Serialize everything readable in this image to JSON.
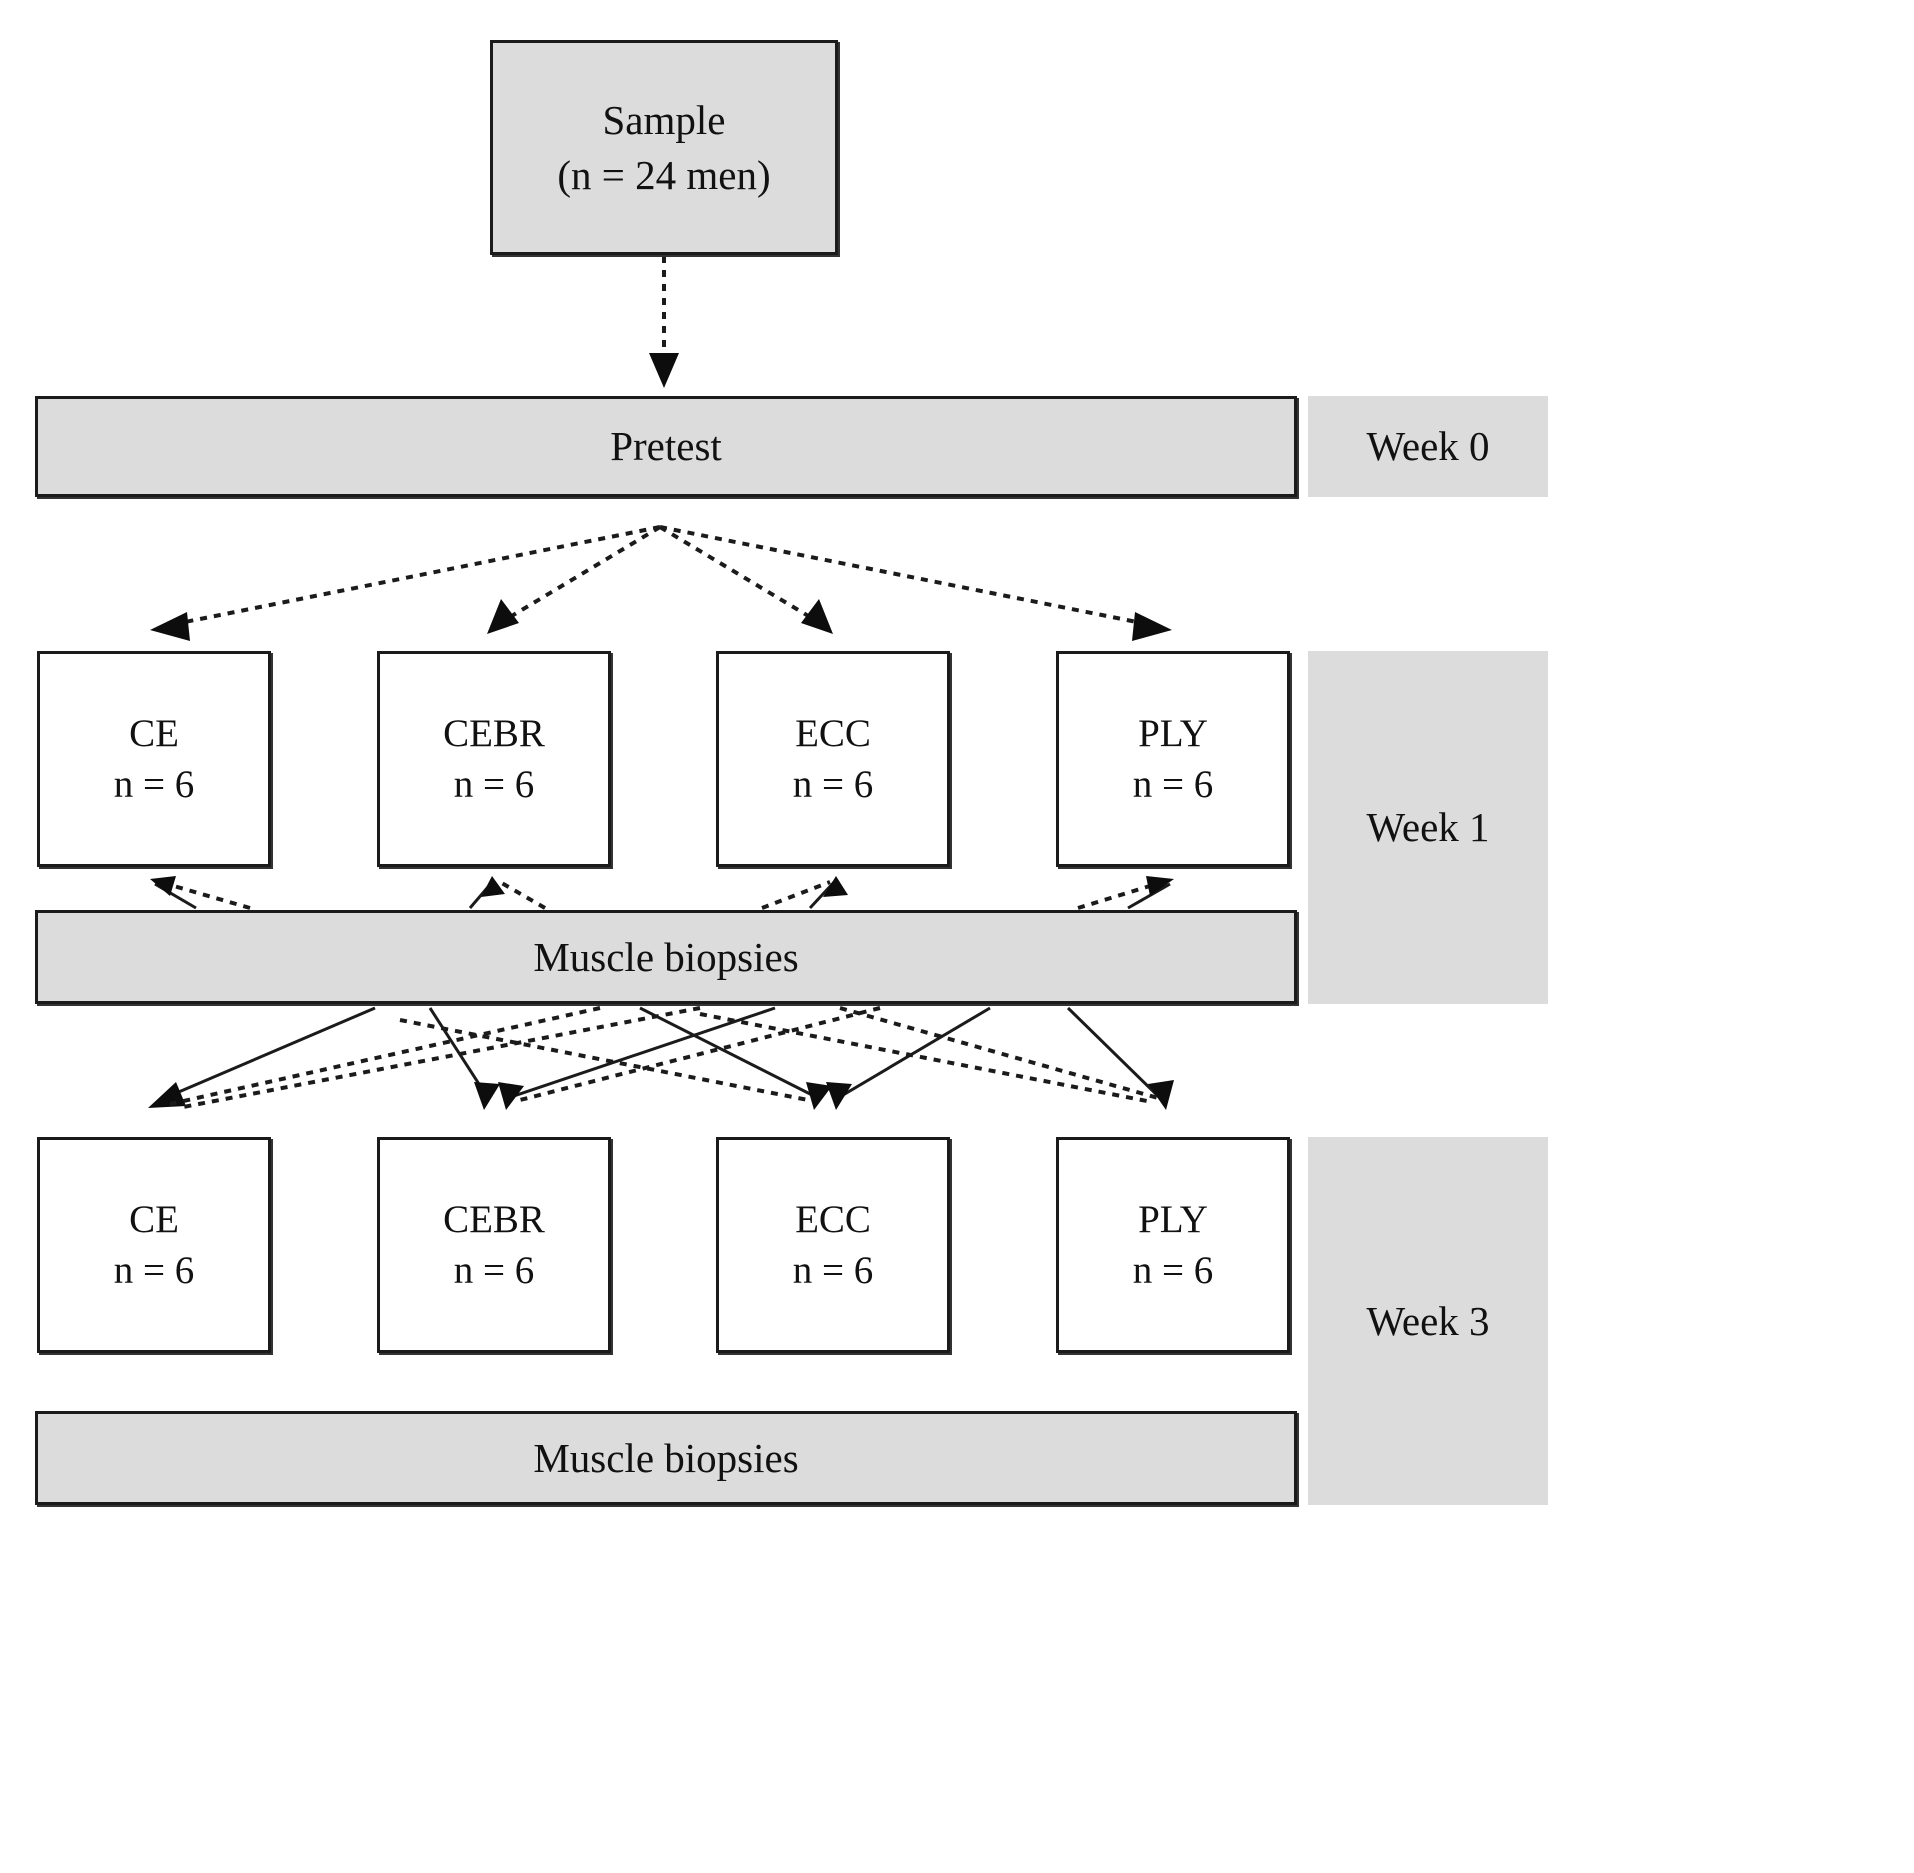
{
  "figure": {
    "type": "flowchart",
    "title": "Study design flow diagram",
    "colors": {
      "fill_gray": "#dcdcdc",
      "stroke_black": "#1b1b1b",
      "background": "#ffffff"
    }
  },
  "sample": {
    "label_line1": "Sample",
    "label_line2": "(n = 24 men)"
  },
  "pretest": {
    "label": "Pretest"
  },
  "timeline": {
    "week0": "Week 0",
    "week1": "Week 1",
    "week3": "Week 3"
  },
  "biopsies": {
    "week1_label": "Muscle biopsies",
    "week3_label": "Muscle biopsies"
  },
  "groups_week1": [
    {
      "code": "CE",
      "n": "n = 6"
    },
    {
      "code": "CEBR",
      "n": "n = 6"
    },
    {
      "code": "ECC",
      "n": "n = 6"
    },
    {
      "code": "PLY",
      "n": "n = 6"
    }
  ],
  "groups_week3": [
    {
      "code": "CE",
      "n": "n = 6"
    },
    {
      "code": "CEBR",
      "n": "n = 6"
    },
    {
      "code": "ECC",
      "n": "n = 6"
    },
    {
      "code": "PLY",
      "n": "n = 6"
    }
  ]
}
